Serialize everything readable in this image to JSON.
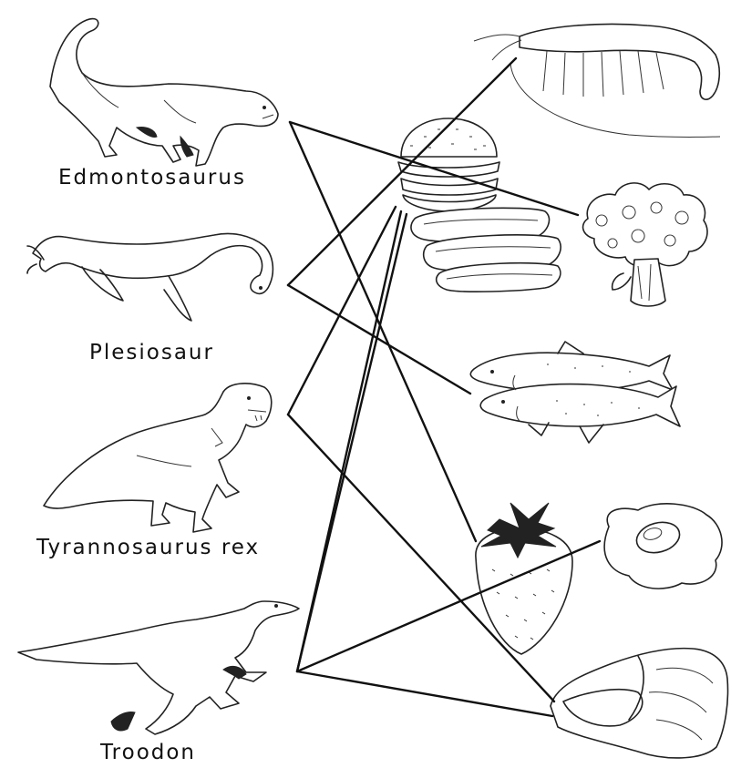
{
  "dinosaurs": [
    {
      "label": "Edmontosaurus",
      "icon": "edmontosaurus-icon"
    },
    {
      "label": "Plesiosaur",
      "icon": "plesiosaur-icon"
    },
    {
      "label": "Tyrannosaurus rex",
      "icon": "tyrannosaurus-icon"
    },
    {
      "label": "Troodon",
      "icon": "troodon-icon"
    }
  ],
  "foods": [
    {
      "icon": "shrimp-icon"
    },
    {
      "icon": "burger-hotdogs-icon"
    },
    {
      "icon": "broccoli-icon"
    },
    {
      "icon": "salmon-icon"
    },
    {
      "icon": "strawberry-icon"
    },
    {
      "icon": "fried-egg-icon"
    },
    {
      "icon": "steak-icon"
    }
  ],
  "connections": [
    {
      "from": "Edmontosaurus",
      "to": "broccoli-icon"
    },
    {
      "from": "Edmontosaurus",
      "to": "strawberry-icon"
    },
    {
      "from": "Plesiosaur",
      "to": "shrimp-icon"
    },
    {
      "from": "Plesiosaur",
      "to": "salmon-icon"
    },
    {
      "from": "Tyrannosaurus rex",
      "to": "burger-hotdogs-icon"
    },
    {
      "from": "Tyrannosaurus rex",
      "to": "steak-icon"
    },
    {
      "from": "Troodon",
      "to": "burger-hotdogs-icon"
    },
    {
      "from": "Troodon",
      "to": "fried-egg-icon"
    },
    {
      "from": "Troodon",
      "to": "steak-icon"
    },
    {
      "from": "Troodon",
      "to": "burger-hotdogs-icon"
    }
  ]
}
